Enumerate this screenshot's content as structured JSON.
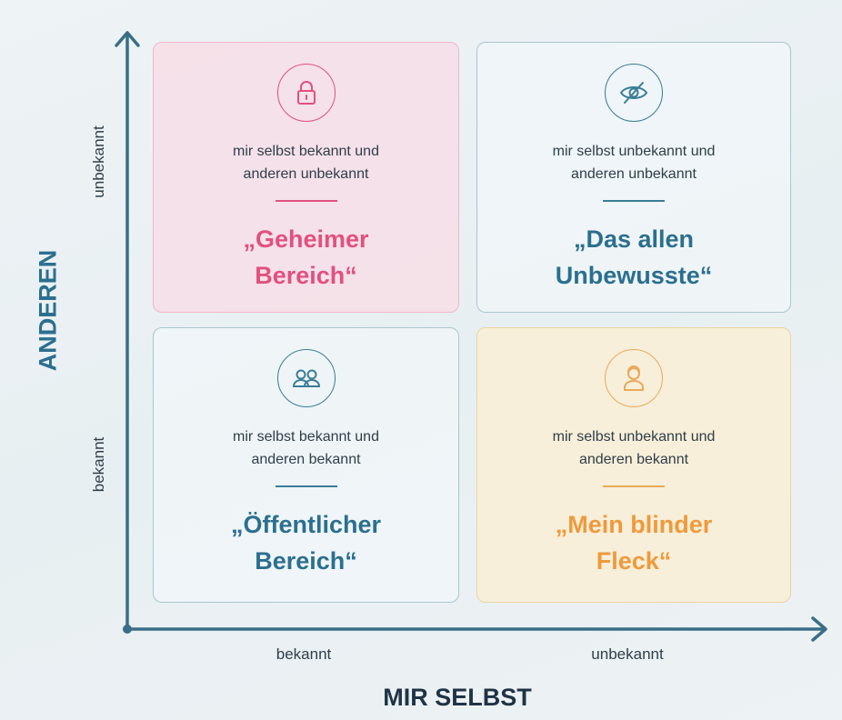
{
  "colors": {
    "pink": "#e2507f",
    "blue": "#2b6f8f",
    "orange": "#ef9a3c",
    "navy": "#1f3346"
  },
  "y_axis": {
    "title": "ANDEREN",
    "top_label": "unbekannt",
    "bottom_label": "bekannt"
  },
  "x_axis": {
    "title": "MIR SELBST",
    "left_label": "bekannt",
    "right_label": "unbekannt"
  },
  "quadrants": [
    {
      "id": "geheimer",
      "icon": "lock-icon",
      "color": "pink",
      "desc": [
        "mir selbst bekannt und",
        "anderen unbekannt"
      ],
      "title": [
        "„Geheimer",
        "Bereich“"
      ]
    },
    {
      "id": "unbewusste",
      "icon": "eye-slash-icon",
      "color": "blue",
      "desc": [
        "mir selbst unbekannt und",
        "anderen unbekannt"
      ],
      "title": [
        "„Das allen",
        "Unbewusste“"
      ]
    },
    {
      "id": "oeffentlicher",
      "icon": "people-icon",
      "color": "blue",
      "desc": [
        "mir selbst bekannt und",
        "anderen bekannt"
      ],
      "title": [
        "„Öffentlicher",
        "Bereich“"
      ]
    },
    {
      "id": "blinder-fleck",
      "icon": "person-icon",
      "color": "orange",
      "desc": [
        "mir selbst unbekannt und",
        "anderen bekannt"
      ],
      "title": [
        "„Mein blinder",
        "Fleck“"
      ]
    }
  ]
}
